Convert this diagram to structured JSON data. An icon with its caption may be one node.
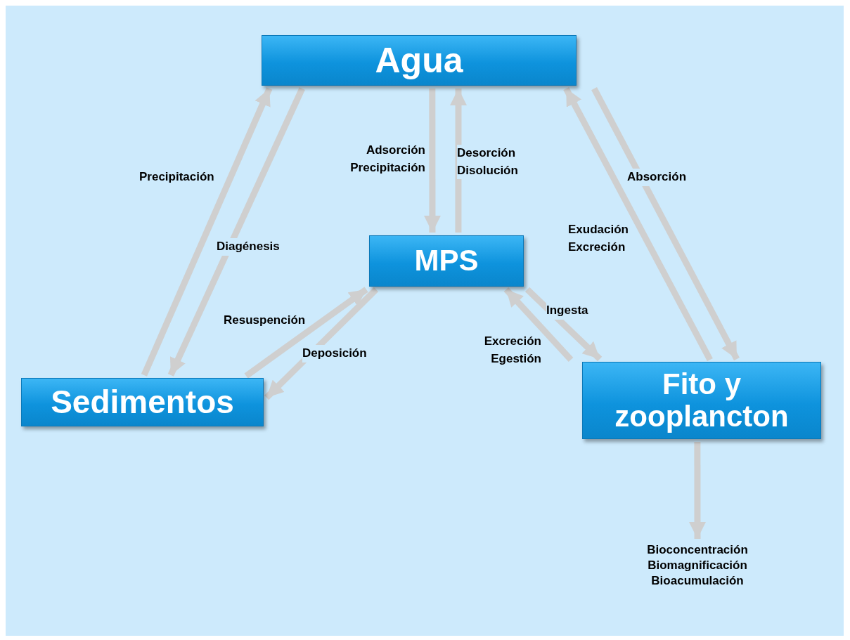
{
  "diagram": {
    "nodes": [
      {
        "text": [
          "Agua"
        ]
      },
      {
        "text": [
          "MPS"
        ]
      },
      {
        "text": [
          "Sedimentos"
        ]
      },
      {
        "text": [
          "Fito y zooplancton"
        ]
      },
      {
        "text": [
          "Bioconcentración Biomagnificación Bioacumulación"
        ]
      }
    ],
    "edges": [
      {
        "from": 2,
        "to": 0,
        "arrow": "to",
        "label": "Precipitación"
      },
      {
        "from": 0,
        "to": 2,
        "arrow": "to",
        "label": "Diagénesis"
      },
      {
        "from": 0,
        "to": 1,
        "arrow": "to",
        "label": "Adsorción Precipitación"
      },
      {
        "from": 1,
        "to": 0,
        "arrow": "to",
        "label": "Desorción Disolución"
      },
      {
        "from": 2,
        "to": 1,
        "arrow": "to",
        "label": "Resuspención"
      },
      {
        "from": 1,
        "to": 2,
        "arrow": "to",
        "label": "Deposición"
      },
      {
        "from": 1,
        "to": 3,
        "arrow": "to",
        "label": "Ingesta"
      },
      {
        "from": 3,
        "to": 1,
        "arrow": "to",
        "label": "Excreción Egestión"
      },
      {
        "from": 3,
        "to": 0,
        "arrow": "to",
        "label": "Exudación Excreción"
      },
      {
        "from": 0,
        "to": 3,
        "arrow": "to",
        "label": "Absorción"
      },
      {
        "from": 3,
        "to": 4,
        "arrow": "to"
      }
    ]
  }
}
